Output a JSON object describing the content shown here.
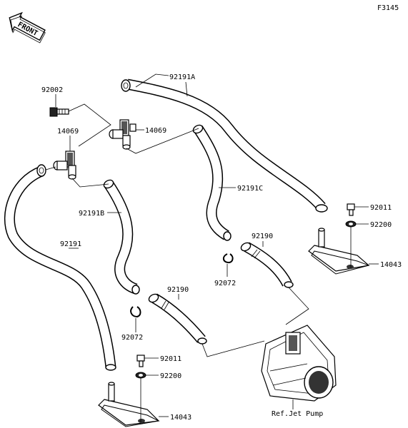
{
  "figure_code": "F3145",
  "front_badge": "FRONT",
  "labels": {
    "p92191A": "92191A",
    "p92002": "92002",
    "p14069_a": "14069",
    "p14069_b": "14069",
    "p92191C": "92191C",
    "p92191B": "92191B",
    "p92191": "92191",
    "p92011_r": "92011",
    "p92200_r": "92200",
    "p14043_r": "14043",
    "p92190_r": "92190",
    "p92072_c": "92072",
    "p92190_c": "92190",
    "p92072_l": "92072",
    "p92011_b": "92011",
    "p92200_b": "92200",
    "p14043_b": "14043",
    "ref_jet_pump": "Ref.Jet Pump"
  }
}
